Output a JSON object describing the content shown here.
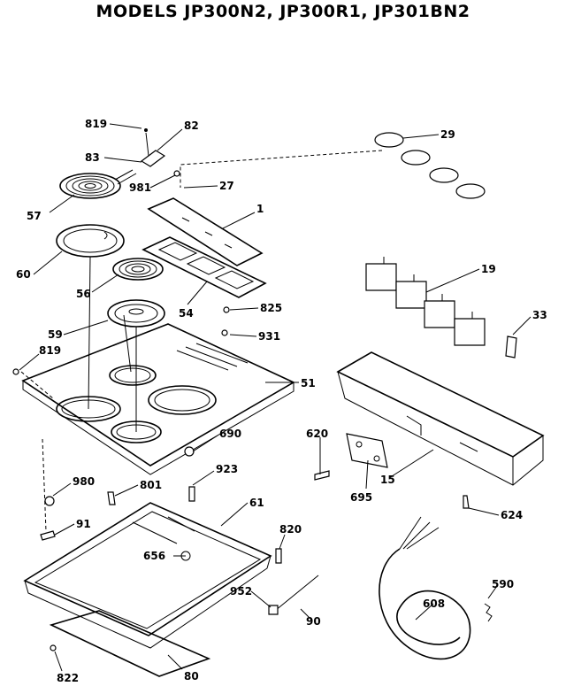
{
  "title": "MODELS JP300N2, JP300R1, JP301BN2",
  "callouts": {
    "c819a": "819",
    "c82": "82",
    "c83": "83",
    "c981": "981",
    "c27": "27",
    "c57": "57",
    "c1": "1",
    "c60": "60",
    "c56": "56",
    "c54": "54",
    "c825": "825",
    "c59": "59",
    "c931": "931",
    "c819b": "819",
    "c51": "51",
    "c29": "29",
    "c19": "19",
    "c33": "33",
    "c15": "15",
    "c620": "620",
    "c695": "695",
    "c624": "624",
    "c690": "690",
    "c980": "980",
    "c801": "801",
    "c923": "923",
    "c61": "61",
    "c91": "91",
    "c656": "656",
    "c820": "820",
    "c952": "952",
    "c90": "90",
    "c608": "608",
    "c590": "590",
    "c822": "822",
    "c80": "80"
  }
}
